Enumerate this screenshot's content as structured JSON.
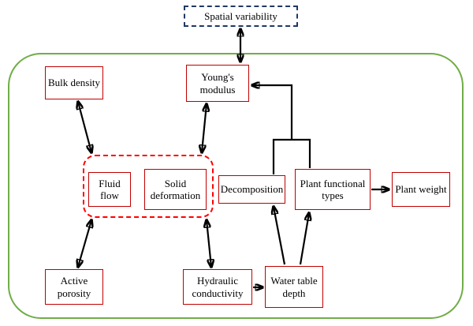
{
  "diagram": {
    "spatial_variability": "Spatial variability",
    "bulk_density": "Bulk density",
    "youngs_modulus": "Young's modulus",
    "fluid_flow": "Fluid flow",
    "solid_deformation": "Solid deformation",
    "decomposition": "Decomposition",
    "plant_functional_types": "Plant functional types",
    "plant_weight": "Plant weight",
    "active_porosity": "Active porosity",
    "hydraulic_conductivity": "Hydraulic conductivity",
    "water_table_depth": "Water table depth"
  },
  "colors": {
    "node_border": "#c00000",
    "coupled_group_border": "#ff0000",
    "system_border": "#70ad47",
    "external_border": "#203864",
    "arrow": "#000000"
  },
  "edges": [
    {
      "from": "spatial_variability",
      "to": "youngs_modulus",
      "type": "bidirectional"
    },
    {
      "from": "bulk_density",
      "to": "fluid_flow_solid_deformation_group",
      "type": "bidirectional"
    },
    {
      "from": "youngs_modulus",
      "to": "solid_deformation",
      "type": "bidirectional"
    },
    {
      "from": "active_porosity",
      "to": "fluid_flow_solid_deformation_group",
      "type": "bidirectional"
    },
    {
      "from": "hydraulic_conductivity",
      "to": "solid_deformation",
      "type": "bidirectional"
    },
    {
      "from": "hydraulic_conductivity",
      "to": "water_table_depth",
      "type": "directed"
    },
    {
      "from": "water_table_depth",
      "to": "decomposition",
      "type": "directed"
    },
    {
      "from": "water_table_depth",
      "to": "plant_functional_types",
      "type": "directed"
    },
    {
      "from": "decomposition_and_plant_functional_types",
      "to": "youngs_modulus",
      "type": "directed"
    },
    {
      "from": "plant_functional_types",
      "to": "plant_weight",
      "type": "directed"
    }
  ]
}
